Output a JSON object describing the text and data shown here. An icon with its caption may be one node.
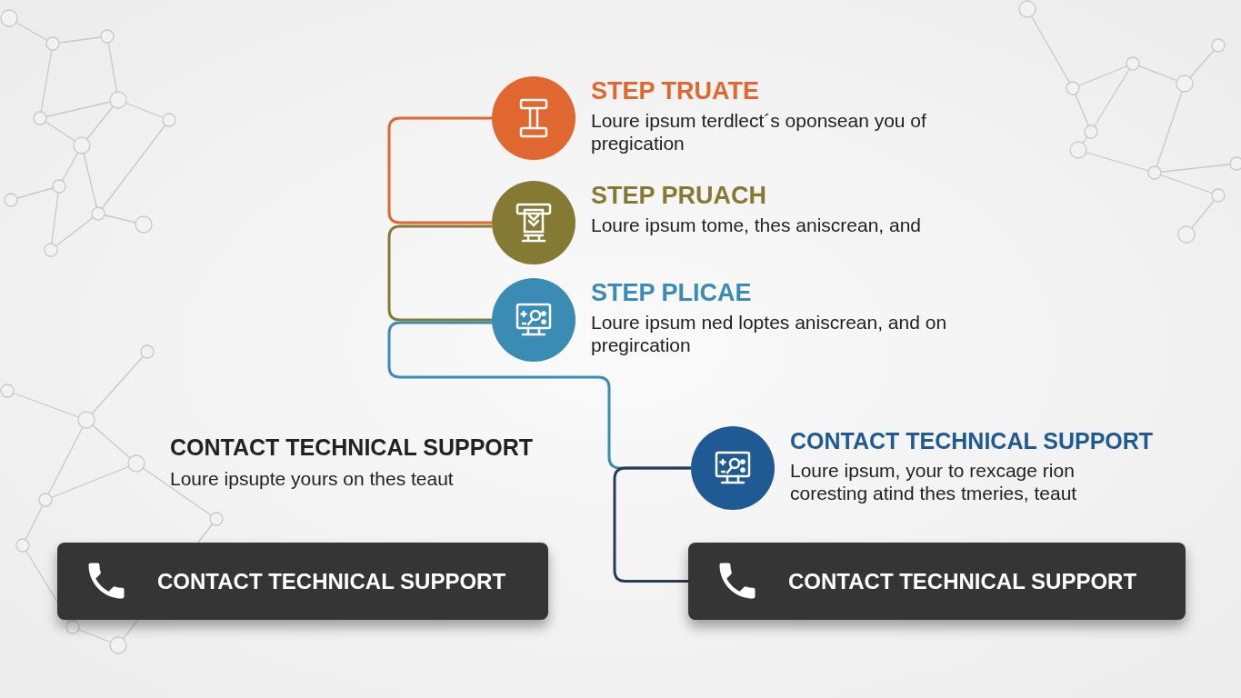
{
  "diagram": {
    "nodes": [
      {
        "text": [
          "STEP TRUATE",
          "Loure ipsum terdlect´s oponsean you of pregication"
        ]
      },
      {
        "text": [
          "STEP PRUACH",
          "Loure ipsum tome, thes aniscrean, and"
        ]
      },
      {
        "text": [
          "STEP PLICAE",
          "Loure ipsum ned loptes aniscrean, and on pregircation"
        ]
      },
      {
        "text": [
          "CONTACT TECHNICAL SUPPORT",
          "Loure ipsum, your to rexcage rion coresting atind thes tmeries, teaut"
        ]
      },
      {
        "text": [
          "CONTACT TECHNICAL SUPPORT"
        ]
      },
      {
        "text": [
          "CONTACT TECHNICAL SUPPORT"
        ]
      }
    ],
    "edges": [
      {
        "from": 0,
        "to": 1,
        "arrow": "none",
        "color": "#e0672f"
      },
      {
        "from": 1,
        "to": 2,
        "arrow": "none",
        "color": "#857a34"
      },
      {
        "from": 2,
        "to": 3,
        "arrow": "none",
        "color": "#3a8cb4"
      },
      {
        "from": 3,
        "to": 5,
        "arrow": "none",
        "color": "#2b3a55"
      }
    ],
    "labels": [
      "CONTACT TECHNICAL SUPPORT",
      "Loure ipsupte yours on thes teaut"
    ]
  }
}
